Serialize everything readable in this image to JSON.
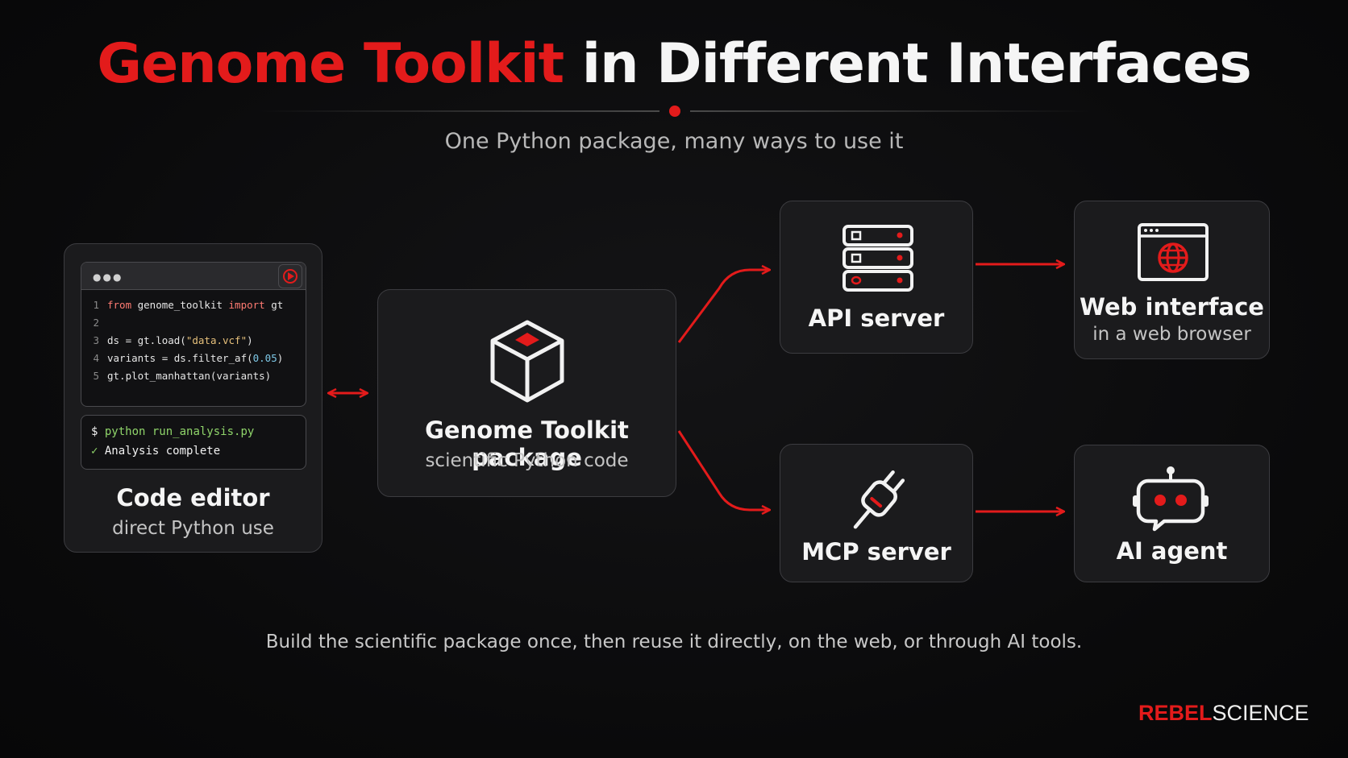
{
  "header": {
    "title_highlight": "Genome Toolkit",
    "title_rest": " in Different Interfaces",
    "subtitle": "One Python package, many ways to use it"
  },
  "editor": {
    "title": "Code editor",
    "subtitle": "direct Python use",
    "code": [
      {
        "n": "1",
        "parts": [
          {
            "t": "from",
            "c": "kw"
          },
          {
            "t": " genome_toolkit ",
            "c": ""
          },
          {
            "t": "import",
            "c": "kw"
          },
          {
            "t": " gt",
            "c": ""
          }
        ]
      },
      {
        "n": "2",
        "parts": []
      },
      {
        "n": "3",
        "parts": [
          {
            "t": "ds = gt.load(",
            "c": ""
          },
          {
            "t": "\"data.vcf\"",
            "c": "str"
          },
          {
            "t": ")",
            "c": ""
          }
        ]
      },
      {
        "n": "4",
        "parts": [
          {
            "t": "variants = ds.filter_af(",
            "c": ""
          },
          {
            "t": "0.05",
            "c": "num"
          },
          {
            "t": ")",
            "c": ""
          }
        ]
      },
      {
        "n": "5",
        "parts": [
          {
            "t": "gt.plot_manhattan(variants)",
            "c": ""
          }
        ]
      }
    ],
    "terminal": {
      "prompt": "$",
      "command": "python run_analysis.py",
      "check": "✓",
      "output": "Analysis complete"
    }
  },
  "package": {
    "title": "Genome Toolkit package",
    "subtitle": "scientific Python code"
  },
  "api": {
    "title": "API server"
  },
  "mcp": {
    "title": "MCP server"
  },
  "web": {
    "title": "Web interface",
    "subtitle": "in a web browser"
  },
  "agent": {
    "title": "AI agent"
  },
  "footer": "Build the scientific package once, then reuse it directly, on the web, or through AI tools.",
  "brand": {
    "part1": "REBEL",
    "part2": "SCIENCE"
  },
  "colors": {
    "accent": "#e31b1b",
    "card_bg": "#1b1b1d",
    "card_border": "#3c3c40",
    "background": "#0a0a0b"
  },
  "icons": [
    "play-icon",
    "cube-icon",
    "server-icon",
    "browser-globe-icon",
    "plug-icon",
    "robot-icon"
  ]
}
